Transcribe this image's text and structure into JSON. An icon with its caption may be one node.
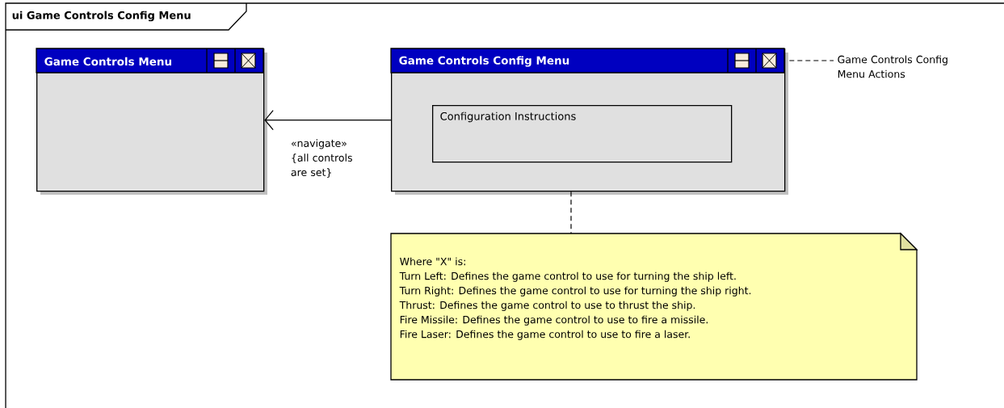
{
  "diagram": {
    "nodes": [
      {
        "text": [
          "ui Game Controls Config Menu"
        ]
      },
      {
        "text": [
          "Game Controls Menu"
        ],
        "in": 0
      },
      {
        "text": [
          "Game Controls Config Menu"
        ],
        "in": 0
      },
      {
        "text": [
          "Configuration Instructions"
        ],
        "in": 2
      },
      {
        "text": [
          "Game Controls Config Menu Actions"
        ],
        "in": 0
      },
      {
        "text": [
          "Where \"X\" is:",
          "Turn Left: Defines the game control to use for turning the ship left.",
          "Turn Right: Defines the game control to use for turning the ship right.",
          "Thrust: Defines the game control to use to thrust the ship.",
          "Fire Missile: Defines the game control to use to fire a missile.",
          "Fire Laser: Defines the game control to use to fire a laser."
        ],
        "in": 0
      }
    ],
    "edges": [
      {
        "from": 2,
        "to": 1,
        "arrow": "to",
        "label": "«navigate» {all controls are set}"
      },
      {
        "from": 2,
        "to": 4,
        "arrow": "none",
        "style": "dashed"
      },
      {
        "from": 2,
        "to": 5,
        "arrow": "none",
        "style": "dashed"
      }
    ]
  }
}
